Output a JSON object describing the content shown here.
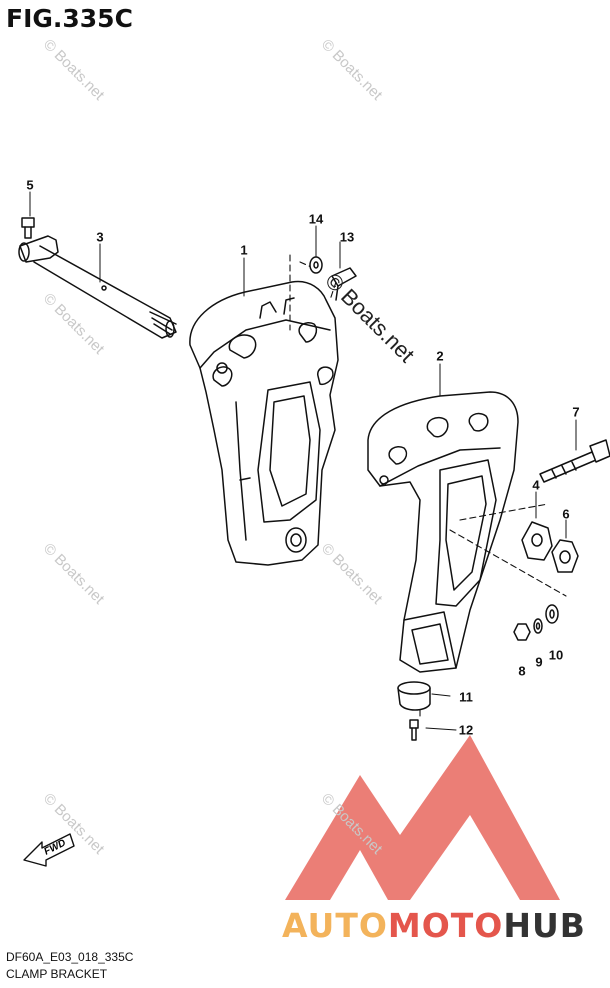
{
  "figure": {
    "title": "FIG.335C",
    "code": "DF60A_E03_018_335C",
    "name": "CLAMP BRACKET"
  },
  "callouts": [
    "1",
    "2",
    "3",
    "4",
    "5",
    "6",
    "7",
    "8",
    "9",
    "10",
    "11",
    "12",
    "13",
    "14"
  ],
  "watermark": {
    "text": "© Boats.net"
  },
  "logo": {
    "part1": "AUTO",
    "part2": "MOTO",
    "part3": "HUB",
    "color1": "#f3b35b",
    "color2": "#e4564c",
    "color3": "#333333"
  },
  "fwd": {
    "label": "FWD"
  },
  "colors": {
    "line": "#111111",
    "watermark": "#c8c8c8",
    "logo_triangle": "#e4564c"
  }
}
